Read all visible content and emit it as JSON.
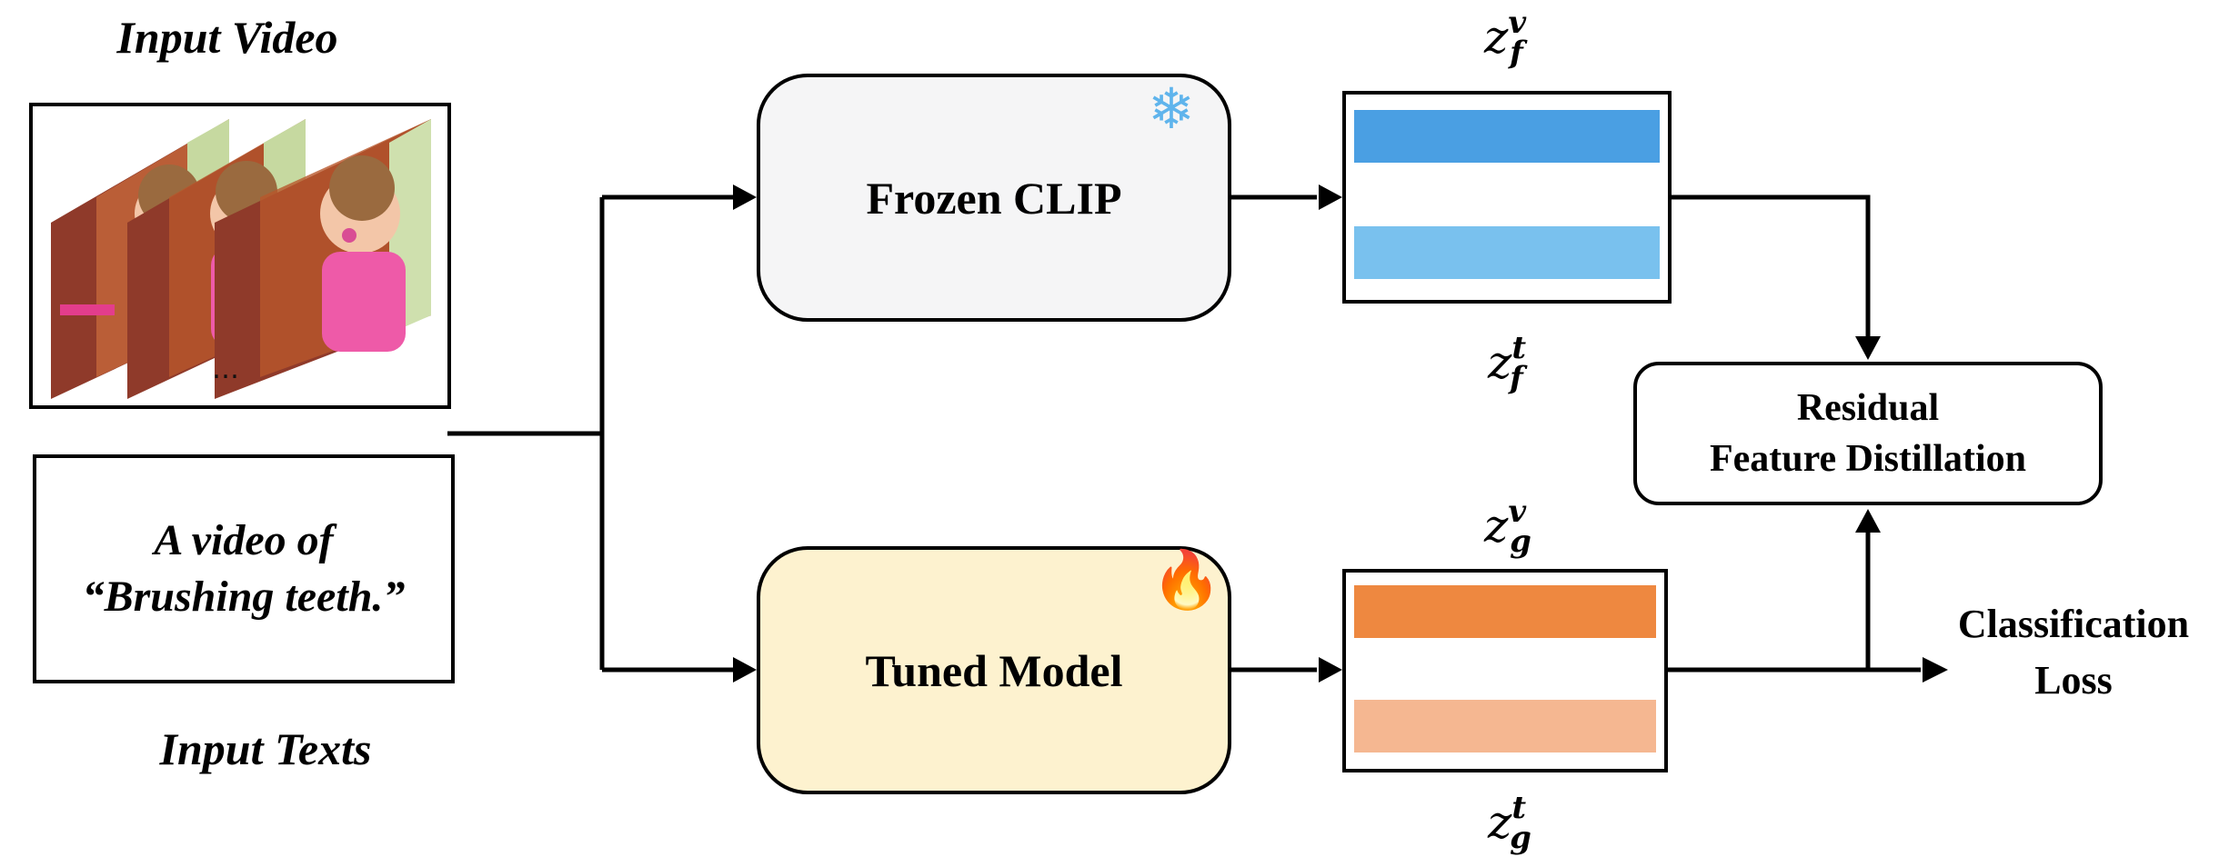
{
  "input_video": {
    "caption": "Input Video",
    "ellipsis": "…"
  },
  "input_texts": {
    "caption": "Input Texts",
    "line1": "A video of",
    "line2": "“Brushing teeth.”"
  },
  "frozen_clip": {
    "label": "Frozen CLIP",
    "icon": "snowflake-icon",
    "glyph": "❄"
  },
  "tuned_model": {
    "label": "Tuned Model",
    "icon": "fire-icon",
    "glyph": "🔥"
  },
  "frozen_features": {
    "visual": {
      "base": "z",
      "sub": "f",
      "sup": "v"
    },
    "text": {
      "base": "z",
      "sub": "f",
      "sup": "t"
    },
    "bar_colors": [
      "#4a9fe3",
      "#79c1ee"
    ]
  },
  "tuned_features": {
    "visual": {
      "base": "z",
      "sub": "g",
      "sup": "v"
    },
    "text": {
      "base": "z",
      "sub": "g",
      "sup": "t"
    },
    "bar_colors": [
      "#ee8840",
      "#f5b791"
    ]
  },
  "residual_distillation": {
    "line1": "Residual",
    "line2": "Feature Distillation"
  },
  "classification_loss": {
    "line1": "Classification",
    "line2": "Loss"
  },
  "colors": {
    "frozen_fill": "#f5f5f6",
    "tuned_fill": "#fdf2cf"
  }
}
